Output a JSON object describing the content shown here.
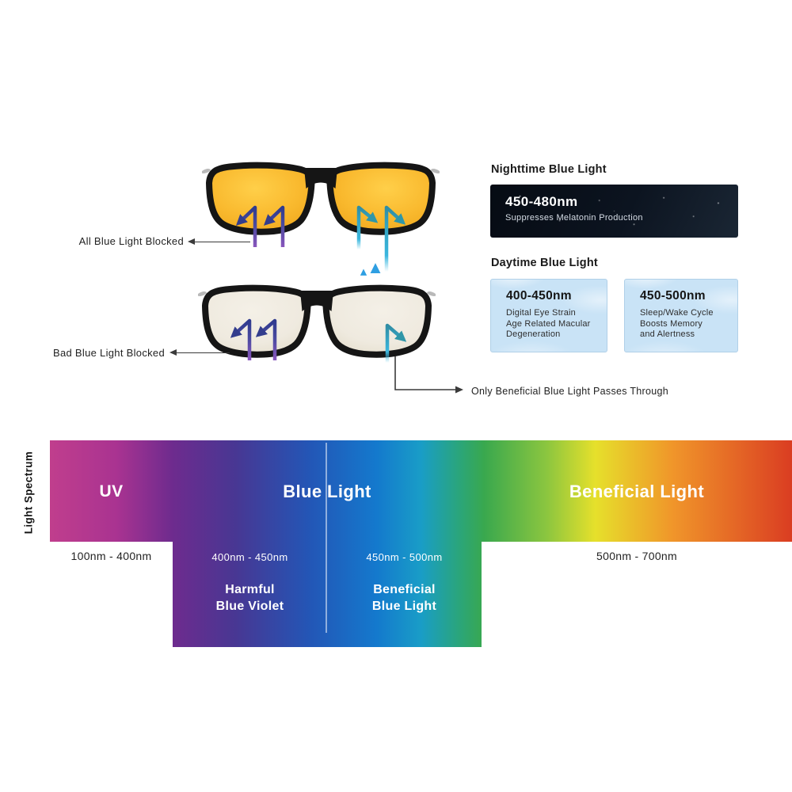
{
  "glasses_top": {
    "label": "All Blue Light Blocked"
  },
  "glasses_bottom": {
    "label": "Bad Blue Light Blocked",
    "passthrough_label": "Only Beneficial Blue Light Passes Through"
  },
  "nighttime": {
    "heading": "Nighttime Blue Light",
    "card": {
      "range": "450-480nm",
      "description": "Suppresses Melatonin Production"
    }
  },
  "daytime": {
    "heading": "Daytime Blue Light",
    "cards": [
      {
        "range": "400-450nm",
        "lines": [
          "Digital Eye Strain",
          "Age Related Macular",
          "Degeneration"
        ]
      },
      {
        "range": "450-500nm",
        "lines": [
          "Sleep/Wake Cycle",
          "Boosts Memory",
          "and Alertness"
        ]
      }
    ]
  },
  "spectrum": {
    "side_label": "Light Spectrum",
    "sections": [
      {
        "label": "UV",
        "range": "100nm - 400nm"
      },
      {
        "label": "Blue Light",
        "sub": [
          {
            "range": "400nm - 450nm",
            "name_line1": "Harmful",
            "name_line2": "Blue Violet"
          },
          {
            "range": "450nm - 500nm",
            "name_line1": "Beneficial",
            "name_line2": "Blue Light"
          }
        ]
      },
      {
        "label": "Beneficial Light",
        "range": "500nm - 700nm"
      }
    ]
  },
  "colors": {
    "blocked_arrow_purple": "#333d8d",
    "blocked_arrow_teal": "#2f96a8",
    "passthrough_arrow_blue": "#2f9fe2",
    "amber_lens": "#f9b92e",
    "clear_lens": "#efeadf",
    "night_card_bg": "#0c1420",
    "day_card_bg": "#c9e3f6",
    "spectrum_stops": [
      "#c03e8d",
      "#6e2b8e",
      "#483793",
      "#2356b6",
      "#1479cd",
      "#199dc7",
      "#39a84e",
      "#8cc63f",
      "#e6e02b",
      "#f0952a",
      "#da3d22"
    ]
  }
}
